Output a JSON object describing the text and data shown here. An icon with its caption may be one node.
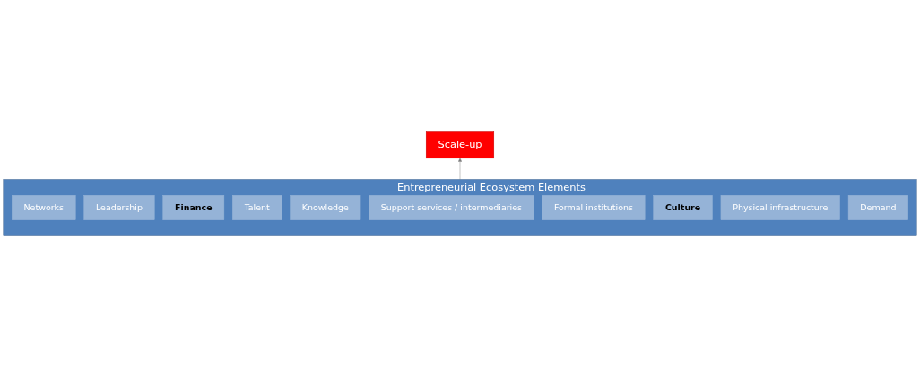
{
  "diagram": {
    "nodes": [
      {
        "text": [
          "Scale-up"
        ]
      },
      {
        "text": [
          "Entrepreneurial Ecosystem Elements"
        ]
      },
      {
        "text": [
          "Networks"
        ],
        "in": 1
      },
      {
        "text": [
          "Leadership"
        ],
        "in": 1
      },
      {
        "text": [
          "Finance"
        ],
        "in": 1
      },
      {
        "text": [
          "Talent"
        ],
        "in": 1
      },
      {
        "text": [
          "Knowledge"
        ],
        "in": 1
      },
      {
        "text": [
          "Support services / intermediaries"
        ],
        "in": 1
      },
      {
        "text": [
          "Formal institutions"
        ],
        "in": 1
      },
      {
        "text": [
          "Culture"
        ],
        "in": 1
      },
      {
        "text": [
          "Physical infrastructure"
        ],
        "in": 1
      },
      {
        "text": [
          "Demand"
        ],
        "in": 1
      }
    ],
    "edges": [
      {
        "from": 1,
        "to": 0,
        "arrow": "to",
        "color": "#7f7f7f"
      }
    ]
  }
}
